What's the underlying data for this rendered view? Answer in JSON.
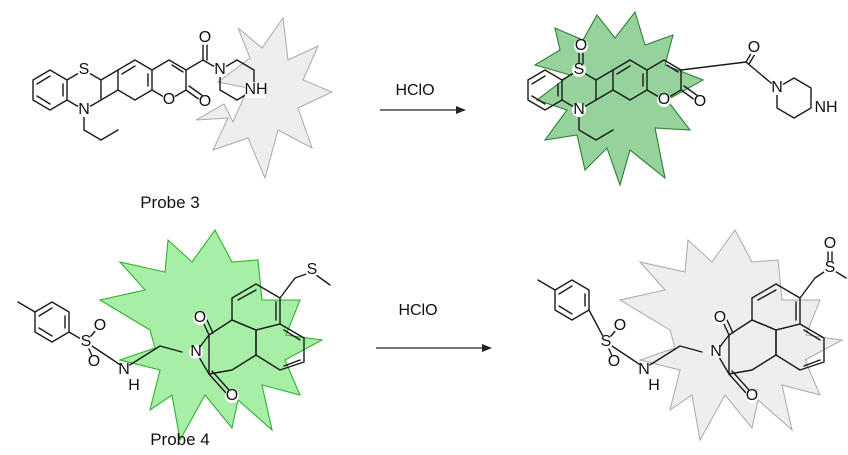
{
  "reactions": [
    {
      "reactant_label": "Probe 3",
      "reagent": "HClO",
      "reactant_state": "off",
      "product_state": "on"
    },
    {
      "reactant_label": "Probe 4",
      "reagent": "HClO",
      "reactant_state": "on",
      "product_state": "off"
    }
  ],
  "atoms": {
    "sulfur": "S",
    "nitrogen": "N",
    "oxygen": "O",
    "amine": "NH",
    "amine_h": "H"
  },
  "colors": {
    "fluorescence_off": "#d9d9d9",
    "fluorescence_on_dark": "#3fae4a",
    "fluorescence_on_light": "#5ee25e"
  }
}
